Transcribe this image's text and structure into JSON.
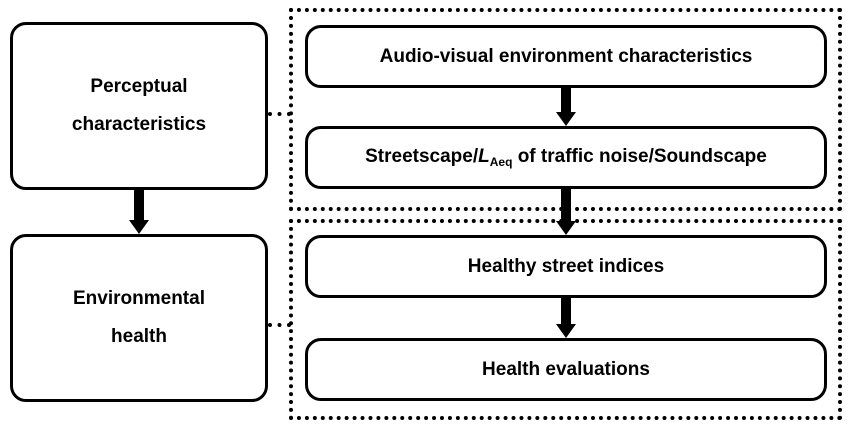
{
  "left": {
    "perceptual": {
      "line1": "Perceptual",
      "line2": "characteristics"
    },
    "environmental": {
      "line1": "Environmental",
      "line2": "health"
    }
  },
  "right": {
    "audio_visual": "Audio-visual environment characteristics",
    "streetscape": {
      "before": "Streetscape/",
      "symbol": "L",
      "subscript": "Aeq",
      "after": " of traffic noise/Soundscape"
    },
    "healthy_indices": "Healthy street indices",
    "health_evaluations": "Health evaluations"
  }
}
